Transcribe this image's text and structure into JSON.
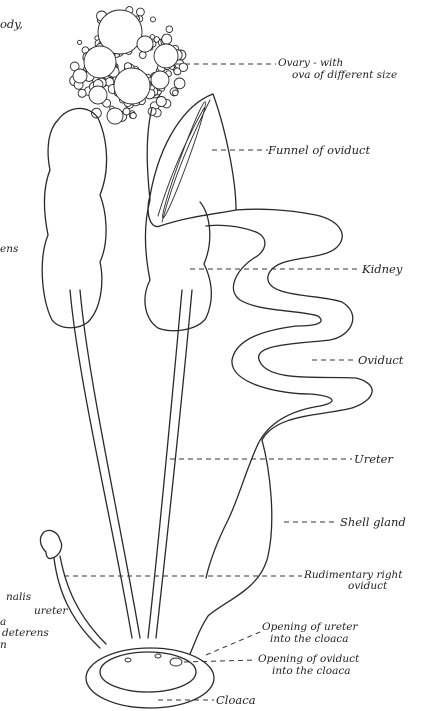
{
  "labels": {
    "body_fragment": "ody,",
    "ovary_1": "Ovary - with",
    "ovary_2": "ova of different size",
    "funnel": "Funnel of oviduct",
    "vas_fragment": "ens",
    "kidney": "Kidney",
    "oviduct": "Oviduct",
    "ureter": "Ureter",
    "shell_gland": "Shell gland",
    "rudimentary_1": "Rudimentary right",
    "rudimentary_2": "oviduct",
    "left_1": "nalis",
    "left_2": "ureter",
    "left_3": "a",
    "left_4": "deterens",
    "left_5": "n",
    "opening_ureter_1": "Opening of ureter",
    "opening_ureter_2": "into the cloaca",
    "opening_oviduct_1": "Opening of oviduct",
    "opening_oviduct_2": "into the cloaca",
    "cloaca": "Cloaca"
  }
}
